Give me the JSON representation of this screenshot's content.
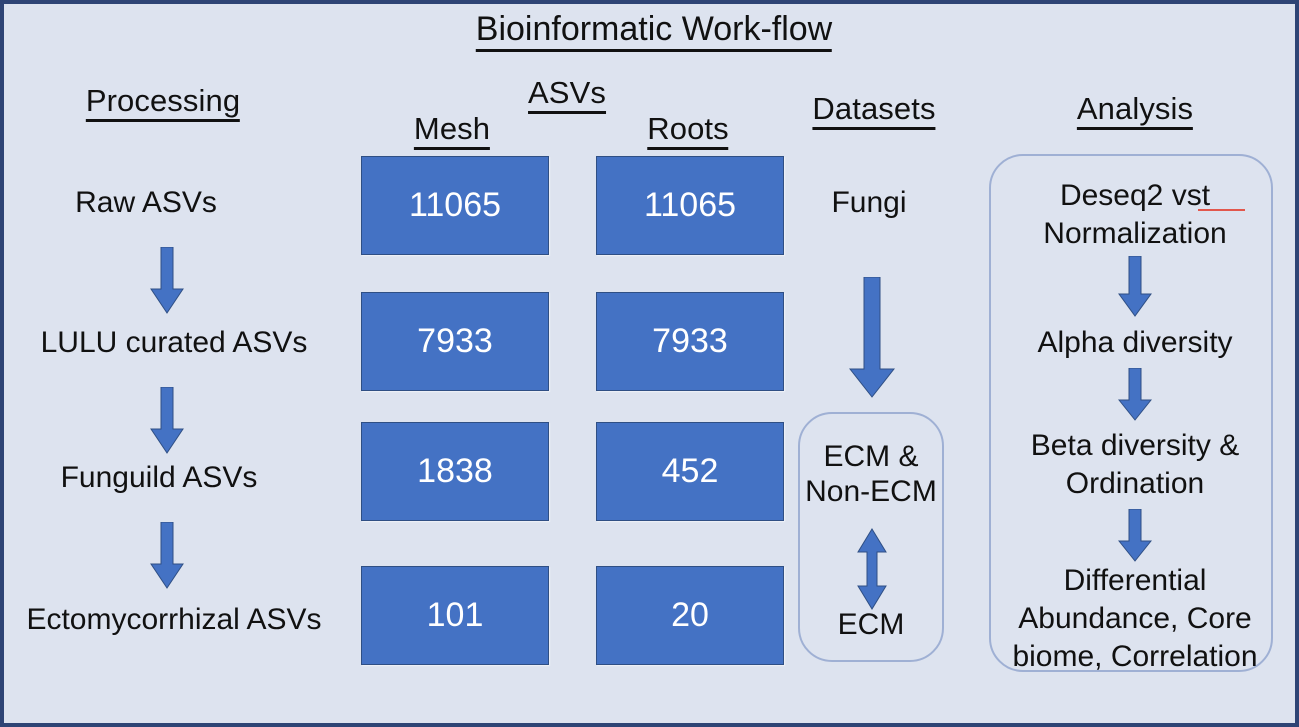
{
  "diagram": {
    "title": "Bioinformatic Work-flow",
    "background_color": "#dde3ef",
    "border_color": "#2e4475",
    "box_fill_color": "#4472C4",
    "box_text_color": "#FFFFFF",
    "arrow_color": "#4472C4",
    "panel_outline_color": "#9FB0D4"
  },
  "columns": {
    "processing": {
      "heading": "Processing",
      "steps": [
        {
          "label": "Raw ASVs"
        },
        {
          "label": "LULU curated ASVs"
        },
        {
          "label": "Funguild ASVs"
        },
        {
          "label": "Ectomycorrhizal ASVs"
        }
      ],
      "arrows": [
        "down-arrow",
        "down-arrow",
        "down-arrow"
      ]
    },
    "asvs": {
      "heading": "ASVs",
      "subcolumns": [
        {
          "heading": "Mesh",
          "values": [
            "11065",
            "7933",
            "1838",
            "101"
          ]
        },
        {
          "heading": "Roots",
          "values": [
            "11065",
            "7933",
            "452",
            "20"
          ]
        }
      ]
    },
    "datasets": {
      "heading": "Datasets",
      "top_label": "Fungi",
      "arrow": "down-arrow",
      "group": {
        "line1": "ECM &",
        "line2": "Non-ECM",
        "connector": "double-headed-vertical-arrow",
        "line3": "ECM"
      }
    },
    "analysis": {
      "heading": "Analysis",
      "steps": [
        {
          "line1": "Deseq2 vst",
          "spellcheck_word": "vst",
          "line2": "Normalization"
        },
        {
          "line1": "Alpha diversity"
        },
        {
          "line1": "Beta diversity &",
          "line2": "Ordination"
        },
        {
          "line1": "Differential",
          "line2": "Abundance, Core",
          "line3": "biome, Correlation"
        }
      ],
      "arrows": [
        "down-arrow",
        "down-arrow",
        "down-arrow"
      ]
    }
  }
}
